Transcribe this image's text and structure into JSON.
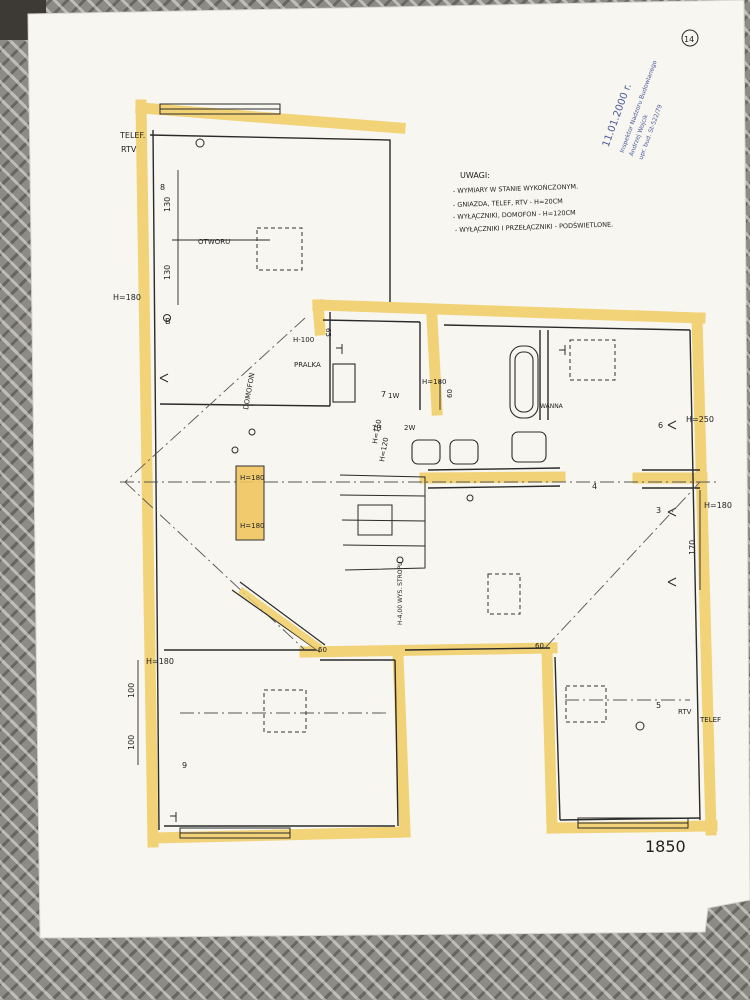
{
  "notes": {
    "heading": "UWAGI:",
    "lines": [
      "- WYMIARY W STANIE WYKOŃCZONYM.",
      "- GNIAZDA, TELEF, RTV - H=20CM",
      "- WYŁĄCZNIKI, DOMOFON - H=120CM",
      "- WYŁĄCZNIKI I PRZEŁĄCZNIKI - PODŚWIETLONE."
    ]
  },
  "stamp": {
    "date": "11.01.2000 r.",
    "lines": [
      "Inspektor Nadzoru Budowlanego",
      "Andrzej Wojcik",
      "upr. bud. St-522/79"
    ]
  },
  "page_number": "14",
  "sheet_number": "1850",
  "labels": {
    "telef_top": "TELEF.",
    "rtv_top": "RTV",
    "eight_top": "8",
    "dim_130_a": "130",
    "dim_130_b": "130",
    "otwor": "OTWORU",
    "h180_left": "H=180",
    "b_left": "B",
    "h100": "H-100",
    "pralka": "PRALKA",
    "domofon": "DOMOFON",
    "h180_bath": "H=180",
    "h150": "H=150",
    "h120": "H=120",
    "h180_box1": "H=180",
    "h180_box2": "H=180",
    "wanna": "WANNA",
    "h250": "H=250",
    "h180_right": "H=180",
    "dim_170": "170",
    "wys_stropu": "H-4,00 WYS. STROPU",
    "h180_low": "H=180",
    "dim_100_a": "100",
    "dim_100_b": "100",
    "rtv_low": "RTV",
    "telef_low": "TELEF",
    "dim_60_a": "60",
    "dim_60_b": "60",
    "dim_60_c": "60",
    "dim_65": "65",
    "one_w": "1W",
    "one_h": "1H",
    "two_w": "2W",
    "num_3": "3",
    "num_4": "4",
    "num_5": "5",
    "num_6": "6",
    "num_7": "7",
    "num_9": "9"
  },
  "colors": {
    "paper": "#f7f6f0",
    "highlighter": "#f2cf6a",
    "ink": "#2a2a2a",
    "stamp_ink": "#4a5a9a"
  }
}
